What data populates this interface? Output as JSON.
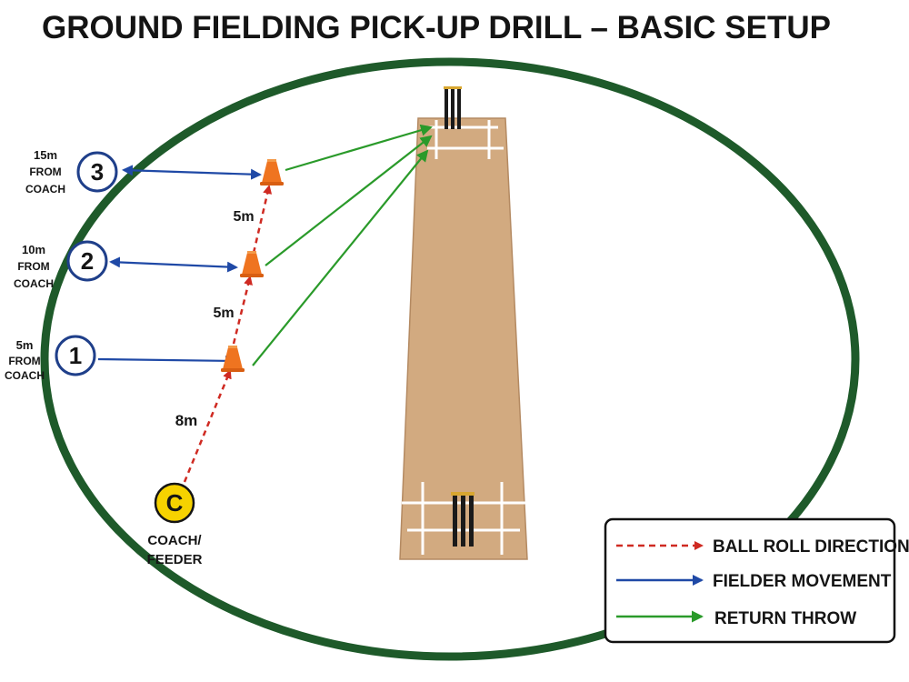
{
  "title": "GROUND FIELDING PICK-UP DRILL – BASIC SETUP",
  "colors": {
    "field_border": "#1e5a2a",
    "pitch": "#d2aa80",
    "pitch_edge": "#b48a62",
    "crease": "#ffffff",
    "stump": "#1a1a1a",
    "bail": "#d8a630",
    "cone": "#ef7420",
    "ball_roll": "#cf2a22",
    "fielder_move": "#1f49a6",
    "return_throw": "#2a9a2a",
    "coach_fill": "#f6d200",
    "fielder_ring": "#1f3f8a"
  },
  "coach": {
    "symbol": "C",
    "label_line1": "COACH/",
    "label_line2": "FEEDER"
  },
  "fielders": [
    {
      "number": "1",
      "dist_line1": "5m",
      "dist_line2": "FROM",
      "dist_line3": "COACH"
    },
    {
      "number": "2",
      "dist_line1": "10m",
      "dist_line2": "FROM",
      "dist_line3": "COACH"
    },
    {
      "number": "3",
      "dist_line1": "15m",
      "dist_line2": "FROM",
      "dist_line3": "COACH"
    }
  ],
  "segments": [
    "8m",
    "5m",
    "5m"
  ],
  "legend": [
    {
      "label": "BALL ROLL DIRECTION",
      "style": "dashed-red"
    },
    {
      "label": "FIELDER MOVEMENT",
      "style": "solid-blue"
    },
    {
      "label": "RETURN THROW",
      "style": "solid-green"
    }
  ]
}
